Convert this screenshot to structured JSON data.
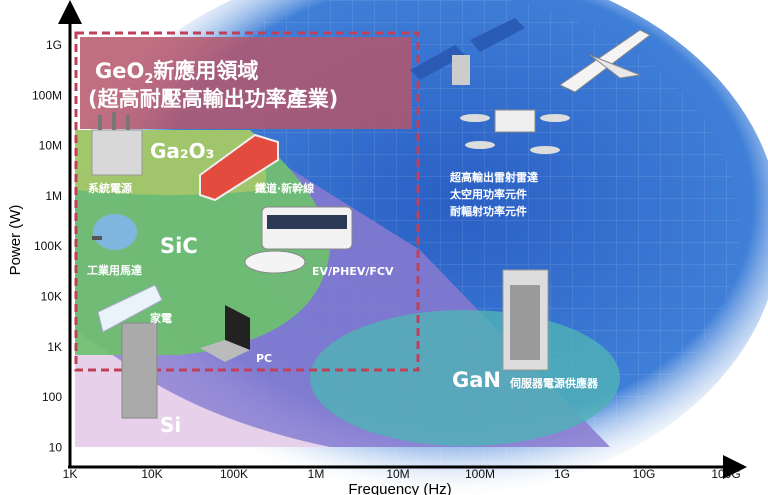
{
  "chart_data": {
    "type": "diagram",
    "xlabel": "Frequency (Hz)",
    "ylabel": "Power (W)",
    "x_ticks": [
      "1K",
      "10K",
      "100K",
      "1M",
      "10M",
      "100M",
      "1G",
      "10G",
      "100G"
    ],
    "y_ticks": [
      "1G",
      "100M",
      "10M",
      "1M",
      "100K",
      "10K",
      "1K",
      "100",
      "10"
    ]
  },
  "geo2": {
    "line1_prefix": "GeO",
    "line1_sub": "2",
    "line1_suffix": "新應用領域",
    "line2": "(超高耐壓高輸出功率產業)"
  },
  "materials": {
    "ga2o3": "Ga₂O₃",
    "sic": "SiC",
    "si": "Si",
    "gan": "GaN"
  },
  "applications": {
    "grid": "系統電源",
    "rail": "鐵道·新幹線",
    "motor": "工業用馬達",
    "ev": "EV/PHEV/FCV",
    "appliance": "家電",
    "pc": "PC",
    "server": "伺服器電源供應器",
    "space1": "超高輸出雷射雷達",
    "space2": "太空用功率元件",
    "space3": "耐輻射功率元件"
  },
  "colors": {
    "geo2": "#b5566b",
    "sic": "#6cc06e",
    "gan": "#4fb3b5",
    "blue": "#2f6fd0",
    "purple": "#8a7ad0",
    "si": "#f0d8ec"
  }
}
